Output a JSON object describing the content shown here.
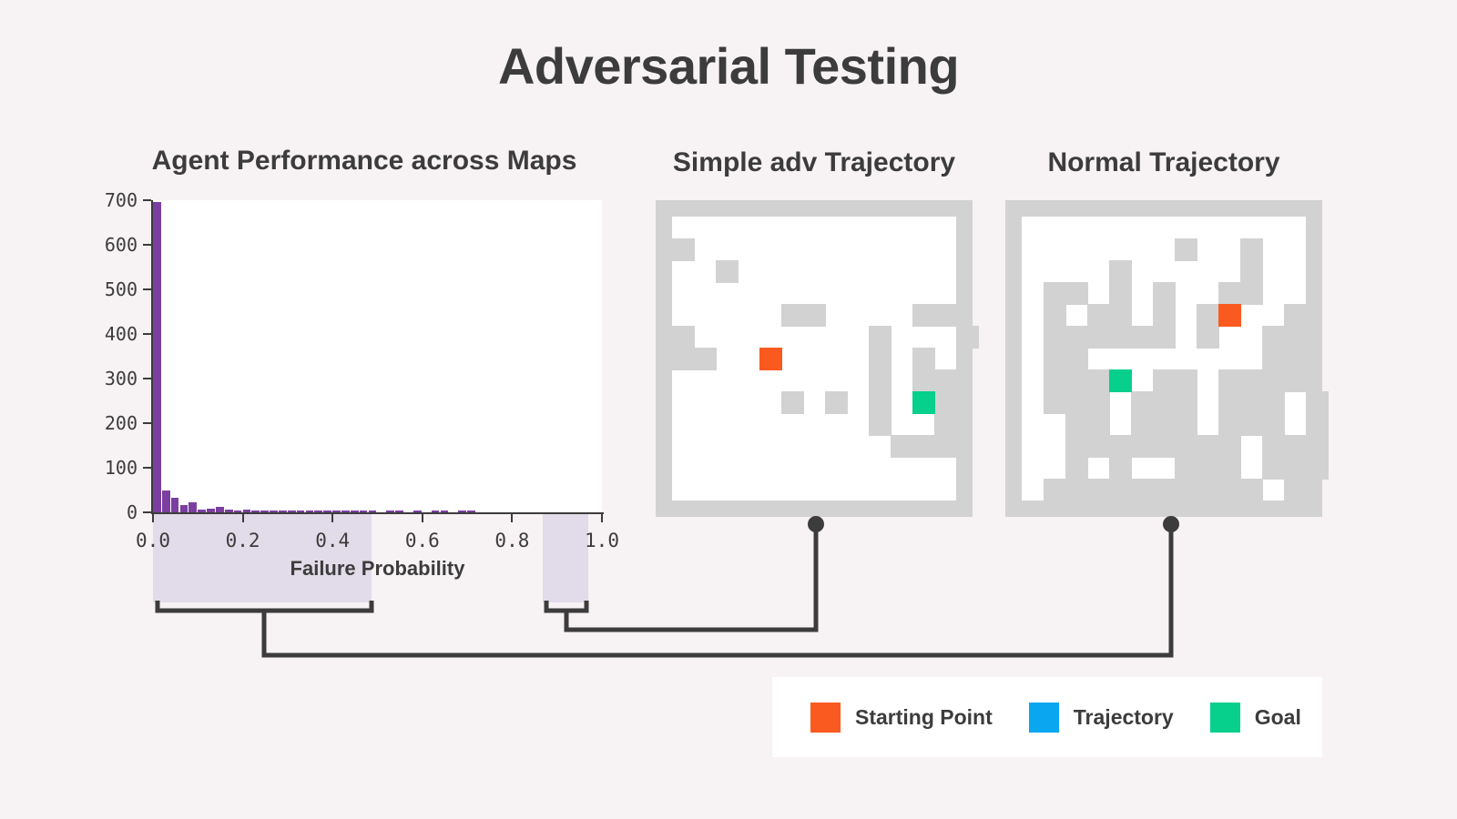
{
  "page": {
    "title": "Adversarial Testing",
    "background_color": "#f7f2f4"
  },
  "panels": {
    "histogram_title": "Agent Performance across Maps",
    "map1_title": "Simple adv Trajectory",
    "map2_title": "Normal Trajectory"
  },
  "chart_data": {
    "type": "bar",
    "title": "Agent Performance across Maps",
    "xlabel": "Failure Probability",
    "ylabel": "",
    "xlim": [
      0.0,
      1.0
    ],
    "ylim": [
      0,
      700
    ],
    "grid": false,
    "legend_position": "none",
    "bar_color": "#7b3fa0",
    "x_ticks": [
      "0.0",
      "0.2",
      "0.4",
      "0.6",
      "0.8",
      "1.0"
    ],
    "x_tick_values": [
      0.0,
      0.2,
      0.4,
      0.6,
      0.8,
      1.0
    ],
    "y_ticks": [
      "0",
      "100",
      "200",
      "300",
      "400",
      "500",
      "600",
      "700"
    ],
    "y_tick_values": [
      0,
      100,
      200,
      300,
      400,
      500,
      600,
      700
    ],
    "bin_width": 0.02,
    "bin_centers": [
      0.01,
      0.03,
      0.05,
      0.07,
      0.09,
      0.11,
      0.13,
      0.15,
      0.17,
      0.19,
      0.21,
      0.23,
      0.25,
      0.27,
      0.29,
      0.31,
      0.33,
      0.35,
      0.37,
      0.39,
      0.41,
      0.43,
      0.45,
      0.47,
      0.49,
      0.51,
      0.53,
      0.55,
      0.57,
      0.59,
      0.61,
      0.63,
      0.65,
      0.67,
      0.69,
      0.71,
      0.73,
      0.75,
      0.77,
      0.79,
      0.81,
      0.83,
      0.85,
      0.87,
      0.89,
      0.91,
      0.93,
      0.95,
      0.97,
      0.99
    ],
    "values": [
      695,
      48,
      33,
      17,
      22,
      7,
      8,
      12,
      6,
      5,
      6,
      5,
      4,
      3,
      4,
      3,
      4,
      3,
      3,
      2,
      3,
      2,
      2,
      1,
      1,
      0,
      2,
      1,
      0,
      1,
      0,
      1,
      2,
      0,
      1,
      1,
      0,
      0,
      0,
      0,
      0,
      0,
      0,
      0,
      0,
      0,
      0,
      0,
      0,
      0
    ],
    "highlight_bands": [
      {
        "name": "low-failure-band",
        "x_start": 0.0,
        "x_end": 0.5,
        "color": "#e2dbe9",
        "links_to": "map2_title"
      },
      {
        "name": "high-failure-band",
        "x_start": 0.9,
        "x_end": 1.0,
        "color": "#e2dbe9",
        "links_to": "map1_title"
      }
    ]
  },
  "maps": {
    "grid_size": 13,
    "colors": {
      "wall": "#d2d2d2",
      "floor": "#ffffff",
      "start": "#fa5a20",
      "goal": "#07cf8c",
      "trajectory": "#0aa6f0",
      "border": "#d2d2d2"
    },
    "map1": {
      "name": "Simple adv Trajectory",
      "walls": [
        [
          1,
          0
        ],
        [
          4,
          1
        ],
        [
          6,
          2
        ],
        [
          6,
          3
        ],
        [
          12,
          2
        ],
        [
          12,
          3
        ],
        [
          5,
          0
        ],
        [
          5,
          1
        ],
        [
          6,
          0
        ],
        [
          6,
          1
        ],
        [
          11,
          7
        ],
        [
          10,
          4
        ],
        [
          10,
          5
        ],
        [
          10,
          6
        ],
        [
          7,
          4
        ],
        [
          7,
          5
        ],
        [
          7,
          6
        ],
        [
          7,
          7
        ],
        [
          7,
          8
        ],
        [
          12,
          8
        ],
        [
          12,
          9
        ],
        [
          5,
          8
        ],
        [
          6,
          8
        ],
        [
          8,
          9
        ],
        [
          9,
          9
        ],
        [
          10,
          9
        ],
        [
          11,
          9
        ]
      ],
      "start": [
        4,
        6
      ],
      "goal": [
        10,
        7
      ]
    },
    "map2": {
      "name": "Normal Trajectory",
      "start": [
        9,
        4
      ],
      "goal": [
        4,
        7
      ]
    }
  },
  "legend": {
    "items": [
      {
        "label": "Starting Point",
        "color": "#fa5a20",
        "icon": "square-swatch-orange"
      },
      {
        "label": "Trajectory",
        "color": "#0aa6f0",
        "icon": "square-swatch-blue"
      },
      {
        "label": "Goal",
        "color": "#07cf8c",
        "icon": "square-swatch-green"
      }
    ]
  },
  "connectors": {
    "line_color": "#3c3c3c",
    "endpoint_dot_color": "#3c3c3c",
    "links": [
      {
        "from": "low-failure-band",
        "to": "map2-normal-trajectory"
      },
      {
        "from": "high-failure-band",
        "to": "map1-simple-adv-trajectory"
      }
    ]
  }
}
